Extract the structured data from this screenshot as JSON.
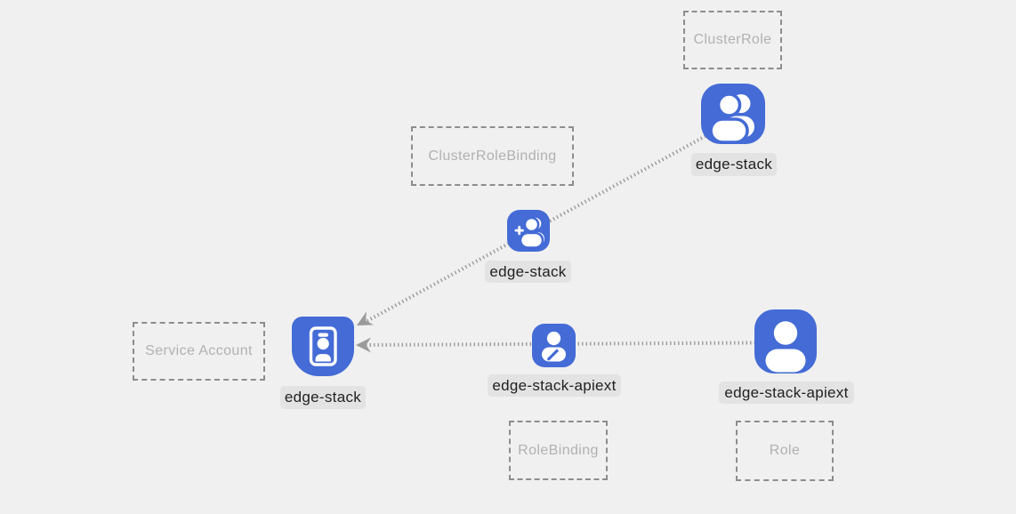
{
  "diagram": {
    "title": "kubernetes-rbac-diagram",
    "background_color": "#f0f0f0",
    "node_blue": "#446bd6",
    "dotted_line_color": "#9b9b9b",
    "arrow_color": "#9a9a9a",
    "dashed_box_border_color": "#8d8d8d",
    "type_label_text_color": "#b1b1b1",
    "name_label_bg": "#e3e3e3",
    "name_label_text_color": "#212121"
  },
  "type_boxes": [
    {
      "label": "ClusterRole"
    },
    {
      "label": "ClusterRoleBinding"
    },
    {
      "label": "Service Account"
    },
    {
      "label": "RoleBinding"
    },
    {
      "label": "Role"
    }
  ],
  "nodes": [
    {
      "name": "edge-stack",
      "kind": "ClusterRole",
      "icon": "users-icon"
    },
    {
      "name": "edge-stack",
      "kind": "ClusterRoleBinding",
      "icon": "user-plus-icon"
    },
    {
      "name": "edge-stack",
      "kind": "ServiceAccount",
      "icon": "id-card-icon"
    },
    {
      "name": "edge-stack-apiext",
      "kind": "RoleBinding",
      "icon": "user-edit-icon"
    },
    {
      "name": "edge-stack-apiext",
      "kind": "Role",
      "icon": "user-icon"
    }
  ],
  "edges": [
    {
      "from": "edge-stack ClusterRole",
      "via": "edge-stack ClusterRoleBinding",
      "to": "edge-stack ServiceAccount",
      "style": "dotted",
      "arrowhead": "at-service-account"
    },
    {
      "from": "edge-stack-apiext Role",
      "via": "edge-stack-apiext RoleBinding",
      "to": "edge-stack ServiceAccount",
      "style": "dotted",
      "arrowhead": "at-service-account"
    }
  ]
}
